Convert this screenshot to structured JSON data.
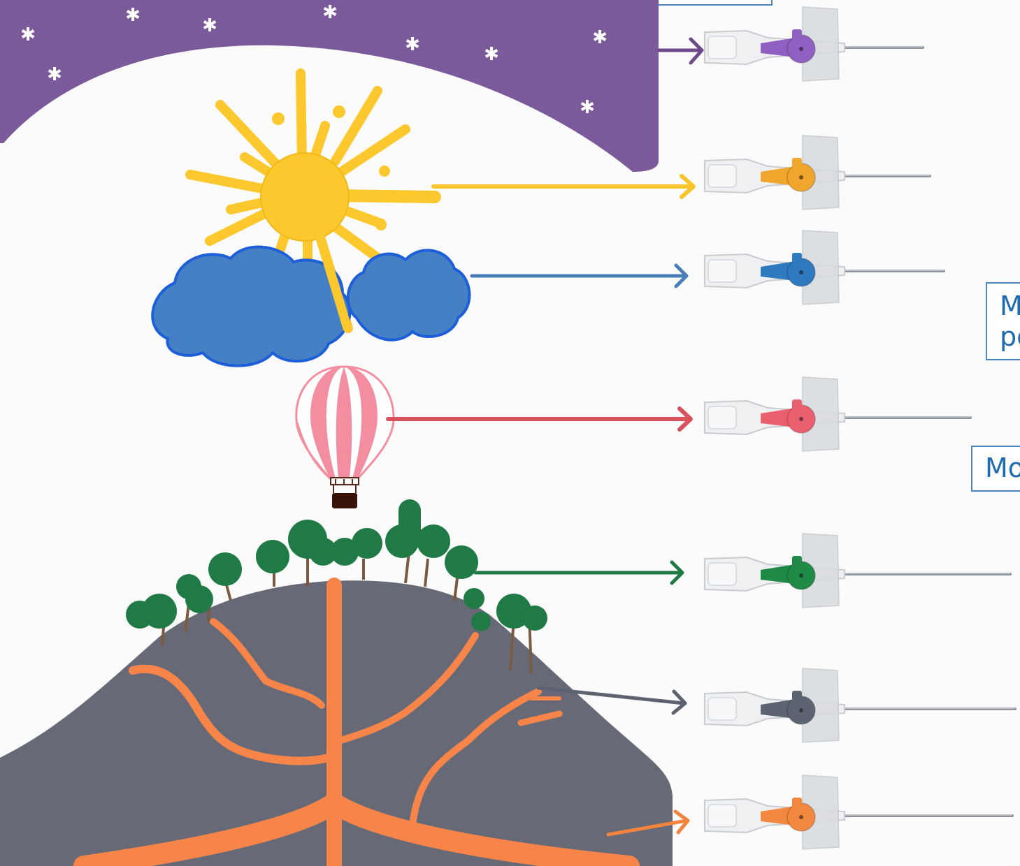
{
  "colors": {
    "night": "#7a5a9a",
    "sun": "#fdc82d",
    "cloud": "#4580c5",
    "cloud_edge": "#1d5fd8",
    "balloon": "#f38ea0",
    "tree": "#1f7a45",
    "trunk": "#7a5a40",
    "mountain": "#676a76",
    "lava": "#f7854a",
    "arrow_purple": "#6e4a8c",
    "arrow_yellow": "#f7c52b",
    "arrow_blue": "#4a7eb8",
    "arrow_red": "#d9515c",
    "arrow_green": "#1f7a45",
    "arrow_gray": "#5c6270",
    "arrow_orange": "#f2843e"
  },
  "catheters": [
    {
      "icon": "iv-cannula-purple",
      "hub": "#8f5fc2"
    },
    {
      "icon": "iv-cannula-yellow",
      "hub": "#f0a62c"
    },
    {
      "icon": "iv-cannula-blue",
      "hub": "#2f79be"
    },
    {
      "icon": "iv-cannula-pink",
      "hub": "#ea5f6e"
    },
    {
      "icon": "iv-cannula-green",
      "hub": "#1e8a46"
    },
    {
      "icon": "iv-cannula-gray",
      "hub": "#5b6470"
    },
    {
      "icon": "iv-cannula-orange",
      "hub": "#f2883f"
    }
  ],
  "labels": {
    "box_1": "M\npe",
    "box_2": "Mo"
  }
}
